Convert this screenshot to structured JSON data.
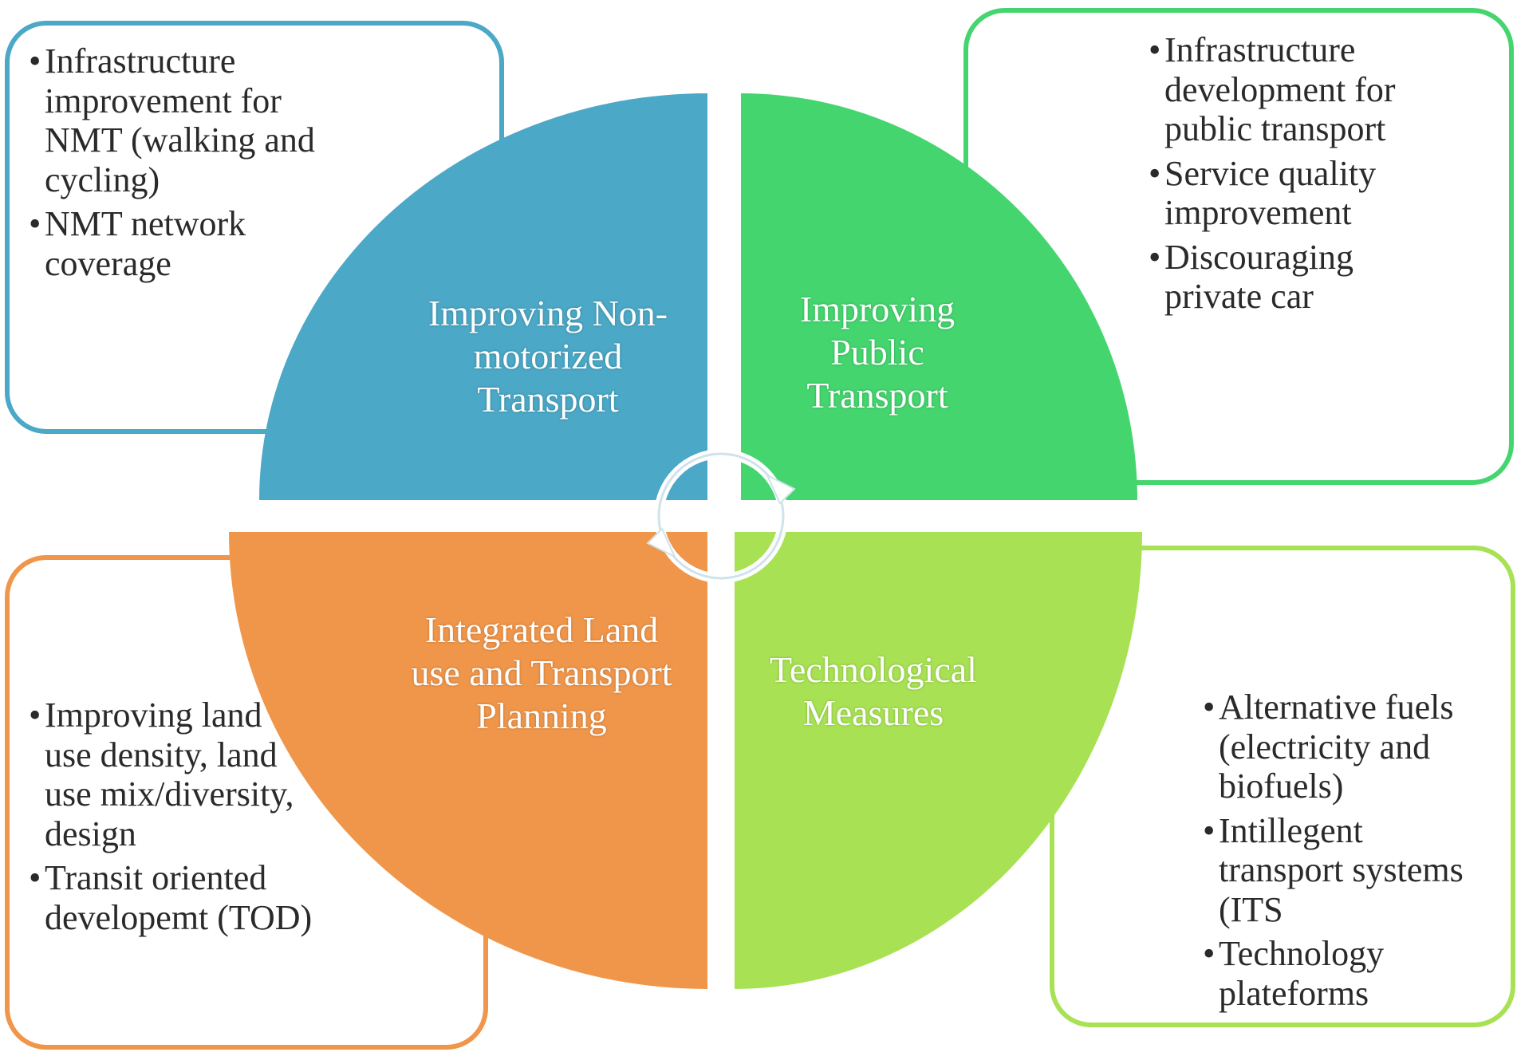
{
  "quadrants": {
    "nmt": {
      "label": "Improving Non-motorized Transport",
      "color": "#4ba8c6",
      "bullets": [
        "Infrastructure improvement for NMT (walking and cycling)",
        "NMT network coverage"
      ]
    },
    "public_transport": {
      "label": "Improving Public Transport",
      "color": "#45d56f",
      "bullets": [
        "Infrastructure development for public transport",
        "Service quality improvement",
        "Discouraging private car"
      ]
    },
    "land_use": {
      "label": "Integrated Land use and Transport Planning",
      "color": "#f0964a",
      "bullets": [
        "Improving land use density, land use mix/diversity, design",
        "Transit oriented developemt (TOD)"
      ]
    },
    "technological": {
      "label": "Technological Measures",
      "color": "#a8e254",
      "bullets": [
        "Alternative fuels (electricity and biofuels)",
        " Intillegent transport systems (ITS",
        "Technology plateforms"
      ]
    }
  },
  "center": {
    "icon": "cycle-arrows-icon"
  },
  "bullet_symbol": "•"
}
